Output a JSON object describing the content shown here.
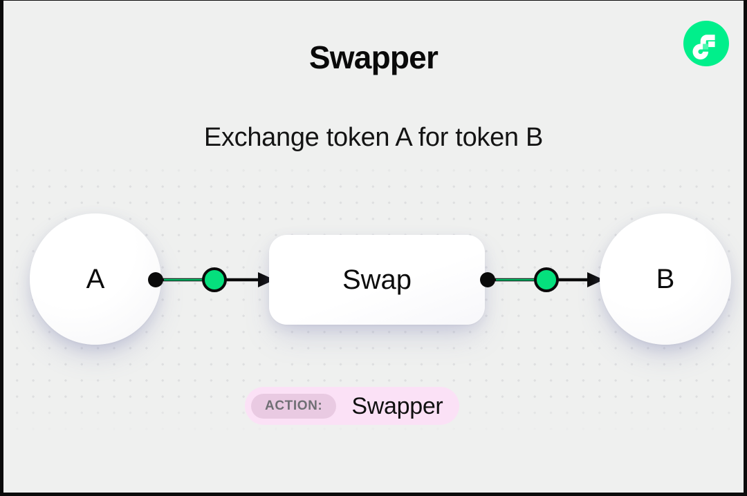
{
  "header": {
    "title": "Swapper",
    "subtitle": "Exchange token A for token B",
    "logo_name": "flow-logo",
    "logo_color": "#00ef8b"
  },
  "diagram": {
    "nodes": [
      {
        "id": "a",
        "label": "A",
        "shape": "circle"
      },
      {
        "id": "swap",
        "label": "Swap",
        "shape": "rounded-rect"
      },
      {
        "id": "b",
        "label": "B",
        "shape": "circle"
      }
    ],
    "edges": [
      {
        "id": "left",
        "from": "a",
        "to": "swap",
        "marker": "arrow",
        "accent": "#00e57e"
      },
      {
        "id": "right",
        "from": "swap",
        "to": "b",
        "marker": "arrow",
        "accent": "#00e57e"
      }
    ],
    "edge_stroke_color": "#0a0a0a",
    "node_fill": "#ffffff"
  },
  "action_badge": {
    "tag": "ACTION:",
    "value": "Swapper",
    "pill_color": "#fbe1f6",
    "chip_color": "#e9cae2",
    "tag_text_color": "#6f6f74"
  },
  "background": {
    "color": "#eff0ef",
    "dot_color": "#dedfe0"
  }
}
